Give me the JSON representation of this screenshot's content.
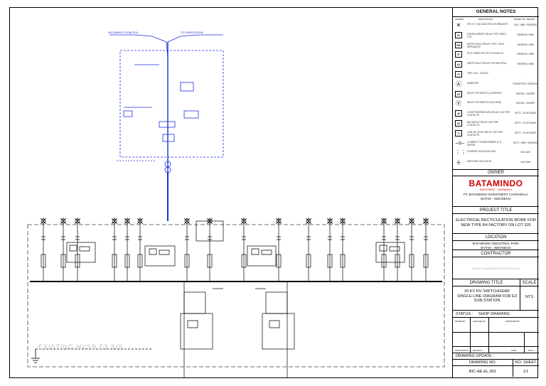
{
  "general_notes": {
    "title": "GENERAL NOTES",
    "col_legend": "LEGEND",
    "col_description": "DESCRIPTION",
    "col_model": "MODEL NO./ BRAND",
    "items": [
      {
        "symbol": "✕",
        "desc": "SF6 VT / VACUUM CIRCUIT BREAKER",
        "model": "VD4 - ABB / SIEMENS",
        "boxed": false
      },
      {
        "symbol": "51",
        "desc": "OVERCURRENT RELAY TYPE SPAC / CTR",
        "model": "SIEMENS / ABB",
        "boxed": true
      },
      {
        "symbol": "50N",
        "desc": "EARTH FAULT RELAY TYPE / HIGH IMPEDANCE",
        "model": "SIEMENS / ABB",
        "boxed": true
      },
      {
        "symbol": "87",
        "desc": "PILOT WIRE PROTECTION RELAY",
        "model": "SIEMENS / ABB",
        "boxed": true
      },
      {
        "symbol": "64",
        "desc": "EARTH FAULT RELAY FOR NEUTRAL",
        "model": "SIEMENS / ABB",
        "boxed": true
      },
      {
        "symbol": "TC",
        "desc": "TRIP COIL - 110VDC",
        "model": "-",
        "boxed": true
      },
      {
        "symbol": "Ⓐ",
        "desc": "AMMETER",
        "model": "CROMPTON / SIEMENS",
        "boxed": false
      },
      {
        "symbol": "AS",
        "desc": "SELECTOR SWITCH (CURRENT)",
        "model": "DENTAL / KAISER",
        "boxed": true
      },
      {
        "symbol": "Ⓥ",
        "desc": "SELECTOR SWITCH (VOLTAGE)",
        "model": "DENTAL / KAISER",
        "boxed": false
      },
      {
        "symbol": "49",
        "desc": "OVER TEMPERATURE RELAY C/W TRIP CONTACTS",
        "model": "DETC / JE NOSAME",
        "boxed": true
      },
      {
        "symbol": "63",
        "desc": "BUCHHOLZ RELAY C/W TRIP CONTACTS",
        "model": "DETC / JE NOSAME",
        "boxed": true
      },
      {
        "symbol": "71",
        "desc": "LOW OIL LEVEL RELAY C/W TRIP CONTACTS",
        "model": "DETC / JE NOSAME",
        "boxed": true
      },
      {
        "symbol": "⊣⊢",
        "desc": "CURRENT TRANSFORMER (CT) SURGE",
        "model": "DETC / ABB / SIEMENS",
        "boxed": false
      },
      {
        "symbol": "⋮⋮",
        "desc": "STANDBY ISOLATION UNIT",
        "model": "VACUUM",
        "boxed": false
      },
      {
        "symbol": "⏚",
        "desc": "EARTHING ISOLATION",
        "model": "VACUUM",
        "boxed": false
      }
    ]
  },
  "owner": {
    "label": "OWNER",
    "logo": "BATAMINDO",
    "logo_sub": "INVESTMENT · CAKRAWALA",
    "company": "PT. BATAMINDO INVESTMENT CAKRAWALA",
    "city": "BATAM - INDONESIA"
  },
  "project": {
    "label": "PROJECT TITLE",
    "title": "ELECTRICAL RECTICULATION WORK FOR NEW TYPE B4 FACTORY ON LOT 326"
  },
  "location": {
    "label": "LOCATION",
    "line1": "BATAMINDO INDUSTRIAL PARK",
    "line2": "BATAM - INDONESIA"
  },
  "contractor": {
    "label": "CONTRACTOR",
    "watermark": "(Insert image/logo/filename/IT.png)"
  },
  "drawing_title": {
    "label": "DRAWING TITLE",
    "scale_label": "SCALE",
    "title": "20 KV HV SWITCHGEAR SINGLE LINE DIAGRAM FOR E3 SUB-STATION",
    "scale": "NTS"
  },
  "status": {
    "label": "STATUS :",
    "value": "SHOP DRAWING"
  },
  "revision": {
    "drawn": "DRAWN BY",
    "checked": "CHECKED BY",
    "approved": "APPROVED BY",
    "cols": [
      "DESCRIPTION",
      "REVISION",
      "DATE",
      "SIGN."
    ]
  },
  "drawing_update": "DRAWING UPDATE :",
  "drawing_no_label": "DRAWING NO.",
  "sheet_label": "NO. SHEET",
  "drawing_no": "BIC-AE-EL.001",
  "sheet": "1/1",
  "diagram": {
    "substation_label": "EXISTING HVSB E3 S/S"
  }
}
